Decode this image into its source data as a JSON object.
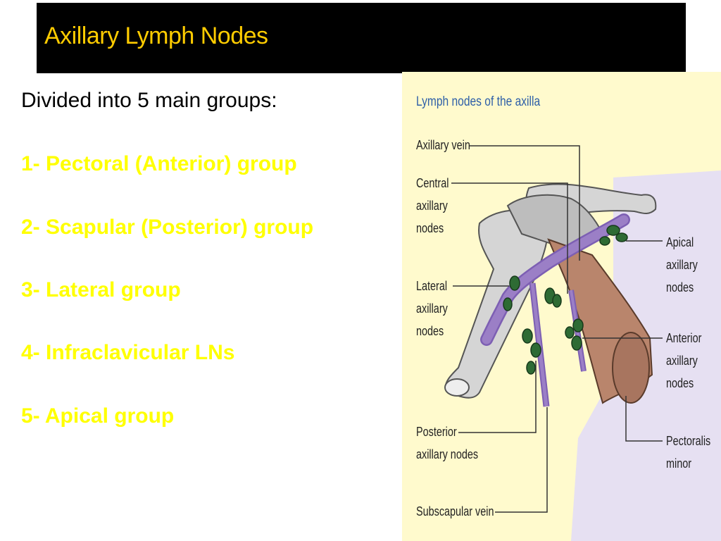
{
  "slide": {
    "title": "Axillary Lymph Nodes",
    "intro": "Divided into 5  main groups:",
    "groups": [
      "1- Pectoral (Anterior) group",
      "2- Scapular (Posterior) group",
      "3- Lateral group",
      "4- Infraclavicular LNs",
      "5- Apical group"
    ]
  },
  "figure": {
    "title": "Lymph nodes of the axilla",
    "labels": {
      "axillary_vein": "Axillary vein",
      "central": "Central\naxillary\nnodes",
      "lateral": "Lateral\naxillary\nnodes",
      "posterior": "Posterior\naxillary nodes",
      "subscapular": "Subscapular vein",
      "apical": "Apical\naxillary\nnodes",
      "anterior": "Anterior\naxillary\nnodes",
      "pectoralis": "Pectoralis\nminor"
    }
  },
  "colors": {
    "title_bar_bg": "#000000",
    "title_text": "#ffcc00",
    "group_text": "#ffff00",
    "figure_bg": "#fffacd",
    "figure_title": "#2e5fa8",
    "vein": "#9b7fc6",
    "node": "#2e6b34",
    "muscle": "#b9856c",
    "bone": "#d5d5d5"
  }
}
